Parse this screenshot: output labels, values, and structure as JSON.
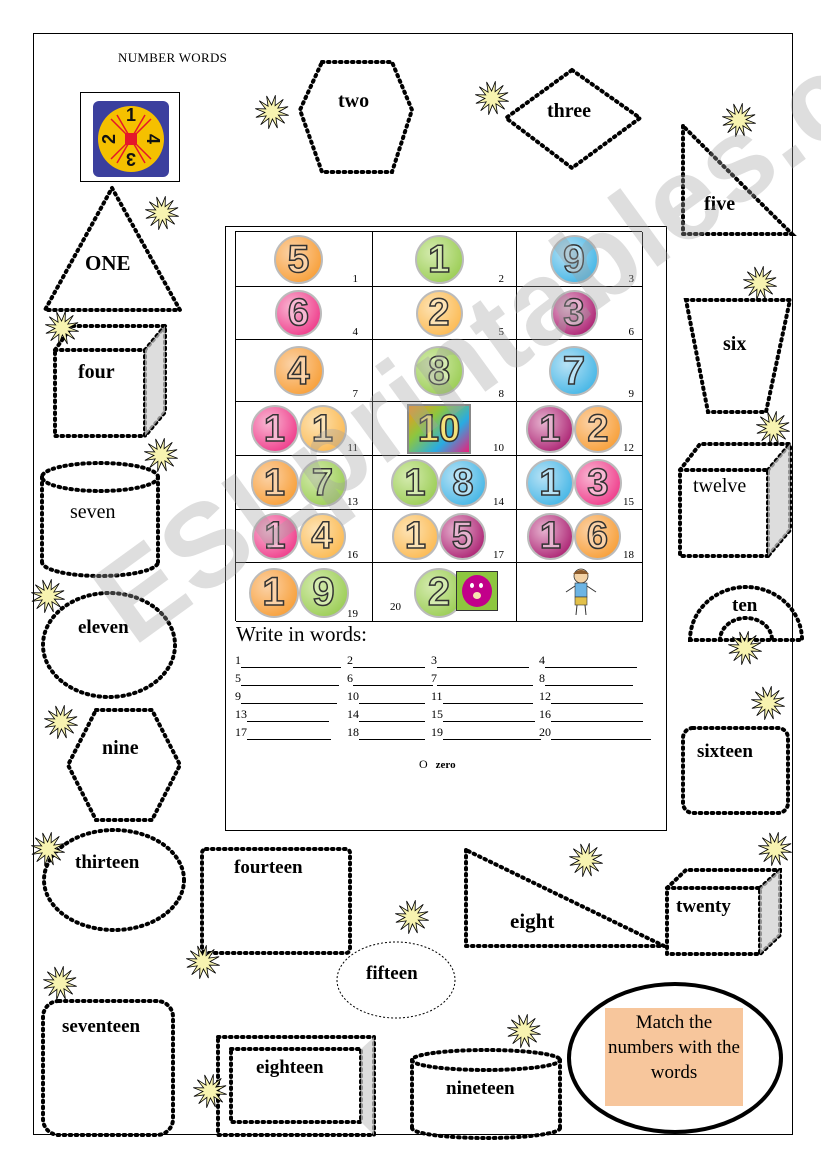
{
  "worksheet": {
    "title": "NUMBER WORDS",
    "words": {
      "two": "two",
      "three": "three",
      "five": "five",
      "one": "ONE",
      "four": "four",
      "six": "six",
      "seven": "seven",
      "twelve": "twelve",
      "eleven": "eleven",
      "ten": "ten",
      "nine": "nine",
      "sixteen": "sixteen",
      "thirteen": "thirteen",
      "fourteen": "fourteen",
      "eight": "eight",
      "twenty": "twenty",
      "fifteen": "fifteen",
      "seventeen": "seventeen",
      "eighteen": "eighteen",
      "nineteen": "nineteen"
    },
    "logo_digits": [
      "1",
      "2",
      "3",
      "4"
    ],
    "grid": [
      [
        {
          "digits": "5",
          "label": "1"
        },
        {
          "digits": "1",
          "label": "2"
        },
        {
          "digits": "9",
          "label": "3"
        }
      ],
      [
        {
          "digits": "6",
          "label": "4"
        },
        {
          "digits": "2",
          "label": "5"
        },
        {
          "digits": "3",
          "label": "6"
        }
      ],
      [
        {
          "digits": "4",
          "label": "7"
        },
        {
          "digits": "8",
          "label": "8"
        },
        {
          "digits": "7",
          "label": "9"
        }
      ],
      [
        {
          "digits": "11",
          "label": "11"
        },
        {
          "digits": "10",
          "label": "10"
        },
        {
          "digits": "12",
          "label": "12"
        }
      ],
      [
        {
          "digits": "17",
          "label": "13"
        },
        {
          "digits": "18",
          "label": "14"
        },
        {
          "digits": "13",
          "label": "15"
        }
      ],
      [
        {
          "digits": "14",
          "label": "16"
        },
        {
          "digits": "15",
          "label": "17"
        },
        {
          "digits": "16",
          "label": "18"
        }
      ],
      [
        {
          "digits": "19",
          "label": "19"
        },
        {
          "digits": "2",
          "label": "20"
        },
        {
          "digits": "",
          "label": ""
        }
      ]
    ],
    "write_title": "Write in words:",
    "exercise_numbers": [
      "1",
      "2",
      "3",
      "4",
      "5",
      "6",
      "7",
      "8",
      "9",
      "10",
      "11",
      "12",
      "13",
      "14",
      "15",
      "16",
      "17",
      "18",
      "19",
      "20"
    ],
    "zero_number": "O",
    "zero_word": "zero",
    "match_instruction": "Match the numbers with the words",
    "watermark": "ESLprintables.com",
    "colors": {
      "match_box": "#f7c69c",
      "logo_bg": "#3b3f9e",
      "logo_circle": "#f5c000",
      "logo_center": "#e5162a",
      "star": "#f7f3b0"
    }
  }
}
